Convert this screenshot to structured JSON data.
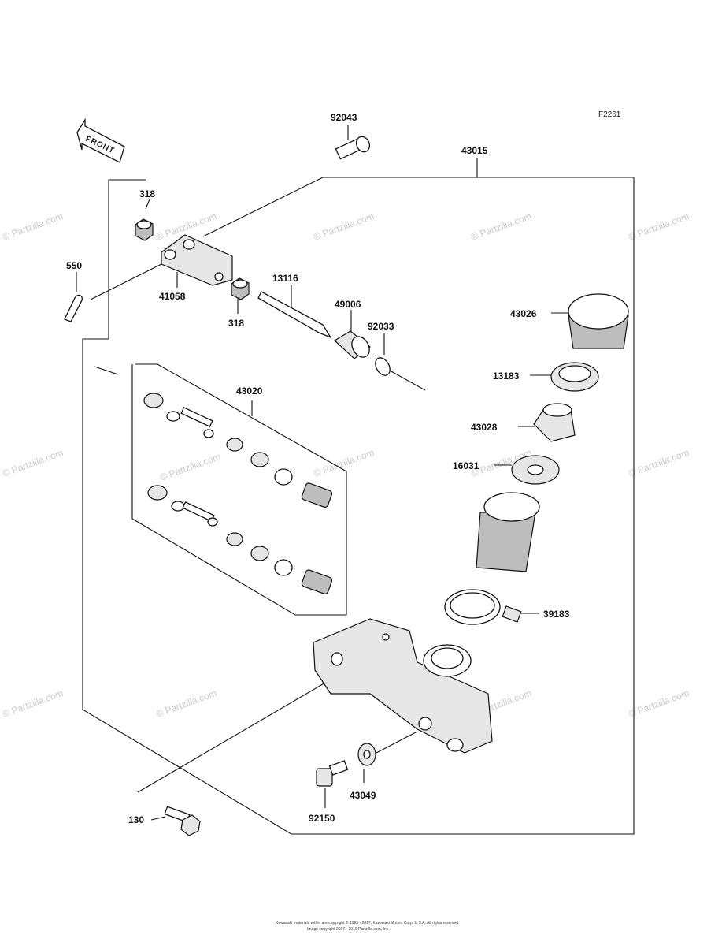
{
  "diagram_code": "F2261",
  "front_label": "FRONT",
  "watermark": "© Partzilla.com",
  "copyright_line1": "Kawasaki materials within are copyright © 1995 - 2017, Kawasaki Motors Corp. U.S.A. All rights reserved.",
  "copyright_line2": "Image copyright 2017 - 2019 Partzilla.com, Inc.",
  "part_labels": {
    "p92043": "92043",
    "p43015": "43015",
    "p318a": "318",
    "p550": "550",
    "p41058": "41058",
    "p318b": "318",
    "p13116": "13116",
    "p49006": "49006",
    "p92033": "92033",
    "p43026": "43026",
    "p13183": "13183",
    "p43020": "43020",
    "p43028": "43028",
    "p16031": "16031",
    "p39183": "39183",
    "p43049": "43049",
    "p92150": "92150",
    "p130": "130"
  }
}
